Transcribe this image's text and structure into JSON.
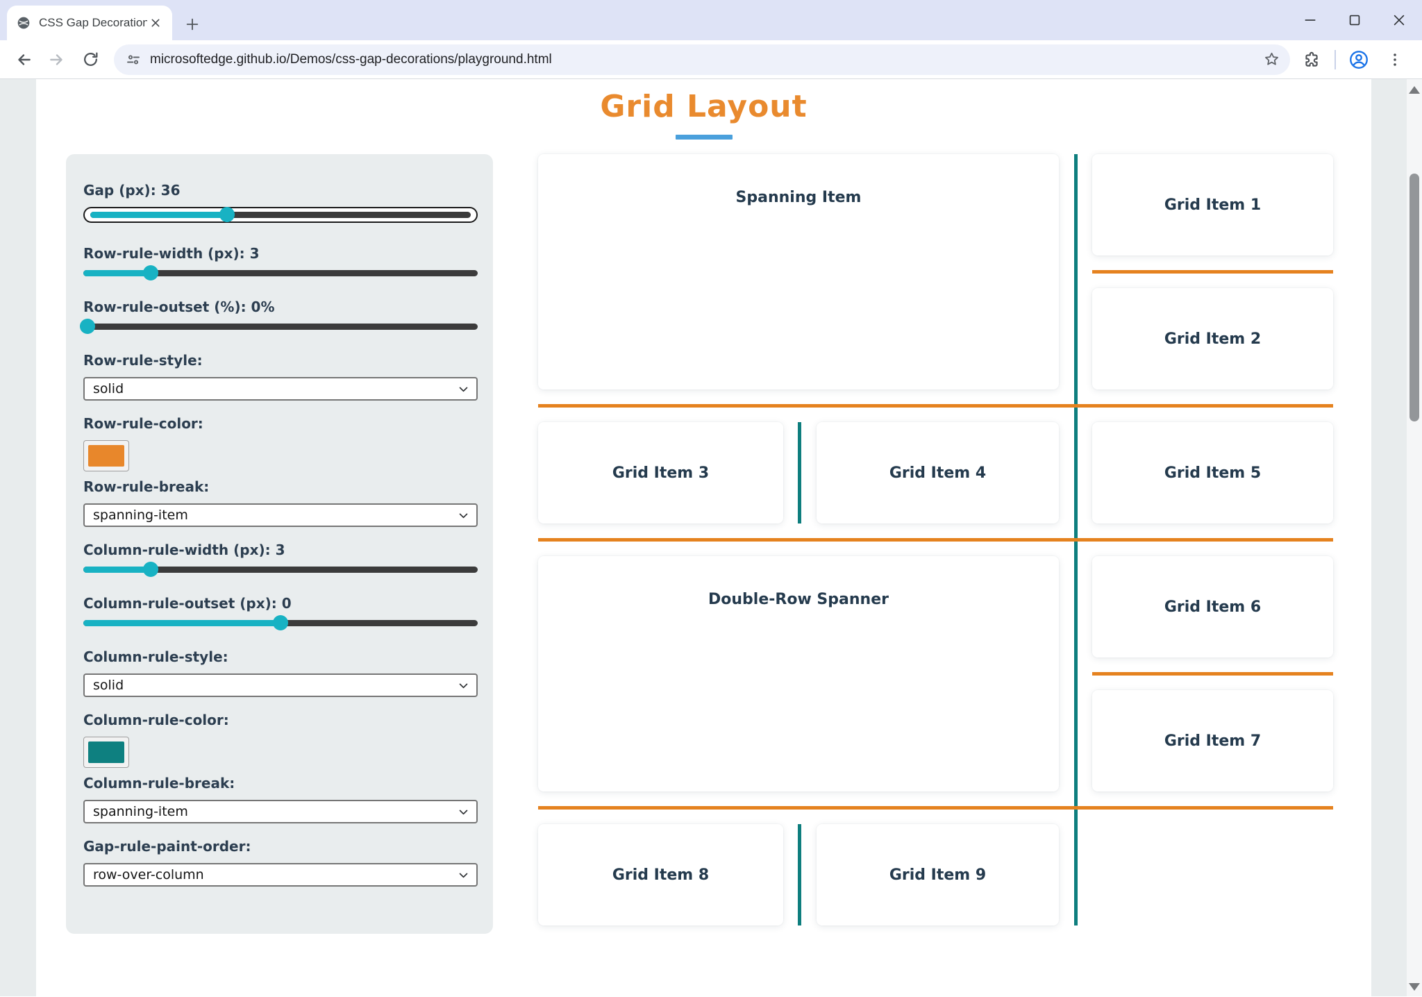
{
  "browser": {
    "tab_title": "CSS Gap Decorations playgroun",
    "url": "microsoftedge.github.io/Demos/css-gap-decorations/playground.html"
  },
  "page": {
    "title": "Grid Layout"
  },
  "colors": {
    "accent_orange": "#e98a2e",
    "underline_blue": "#4aa0dc",
    "slider_teal": "#18b2c3",
    "row_rule_orange": "#e5821f",
    "column_rule_teal": "#0e7e7e",
    "row_rule_swatch": "#e8872b",
    "column_rule_swatch": "#0e8080"
  },
  "panel": {
    "gap": {
      "label": "Gap (px): 36",
      "fill_pct": 36
    },
    "rrw": {
      "label": "Row-rule-width (px): 3",
      "fill_pct": 17
    },
    "rro": {
      "label": "Row-rule-outset (%): 0%",
      "fill_pct": 1
    },
    "rrs": {
      "label": "Row-rule-style:",
      "value": "solid"
    },
    "rrc": {
      "label": "Row-rule-color:"
    },
    "rrb": {
      "label": "Row-rule-break:",
      "value": "spanning-item"
    },
    "crw": {
      "label": "Column-rule-width (px): 3",
      "fill_pct": 17
    },
    "cro": {
      "label": "Column-rule-outset (px): 0",
      "fill_pct": 50
    },
    "crs": {
      "label": "Column-rule-style:",
      "value": "solid"
    },
    "crc": {
      "label": "Column-rule-color:"
    },
    "crb": {
      "label": "Column-rule-break:",
      "value": "spanning-item"
    },
    "gpo": {
      "label": "Gap-rule-paint-order:",
      "value": "row-over-column"
    }
  },
  "grid": {
    "items": [
      {
        "label": "Spanning Item"
      },
      {
        "label": "Grid Item 1"
      },
      {
        "label": "Grid Item 2"
      },
      {
        "label": "Grid Item 3"
      },
      {
        "label": "Grid Item 4"
      },
      {
        "label": "Grid Item 5"
      },
      {
        "label": "Double-Row Spanner"
      },
      {
        "label": "Grid Item 6"
      },
      {
        "label": "Grid Item 7"
      },
      {
        "label": "Grid Item 8"
      },
      {
        "label": "Grid Item 9"
      }
    ]
  }
}
